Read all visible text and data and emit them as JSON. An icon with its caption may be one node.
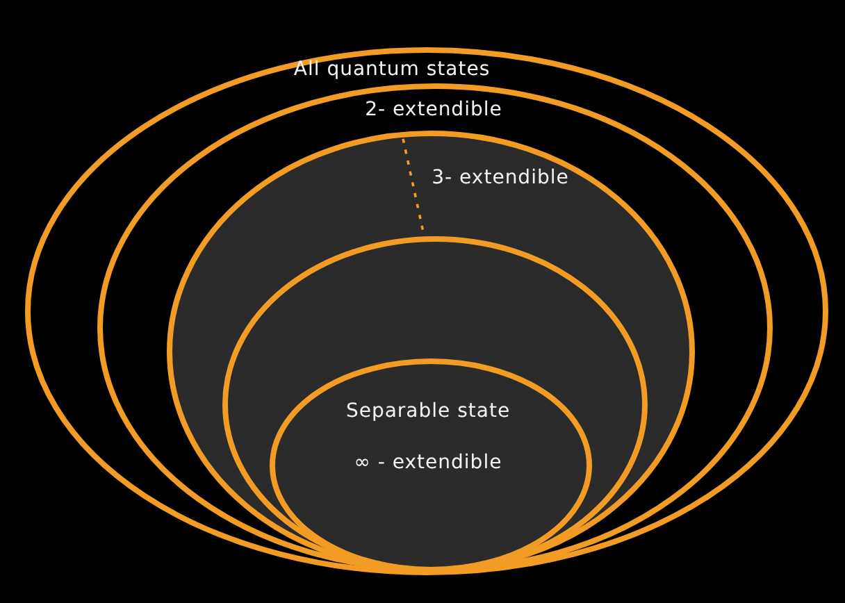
{
  "diagram": {
    "nodes": [
      {
        "text": [
          "All quantum states"
        ]
      },
      {
        "text": [
          "2- extendible"
        ],
        "in": 0
      },
      {
        "text": [
          "3- extendible"
        ],
        "in": 1
      },
      {
        "text": [],
        "shape": "ellipse",
        "in": 2
      },
      {
        "text": [
          "Separable state",
          "∞ - extendible"
        ],
        "in": 3
      }
    ],
    "edges": [
      {
        "from": 2,
        "to": 3,
        "arrow": "none",
        "style": "dashed"
      }
    ]
  }
}
